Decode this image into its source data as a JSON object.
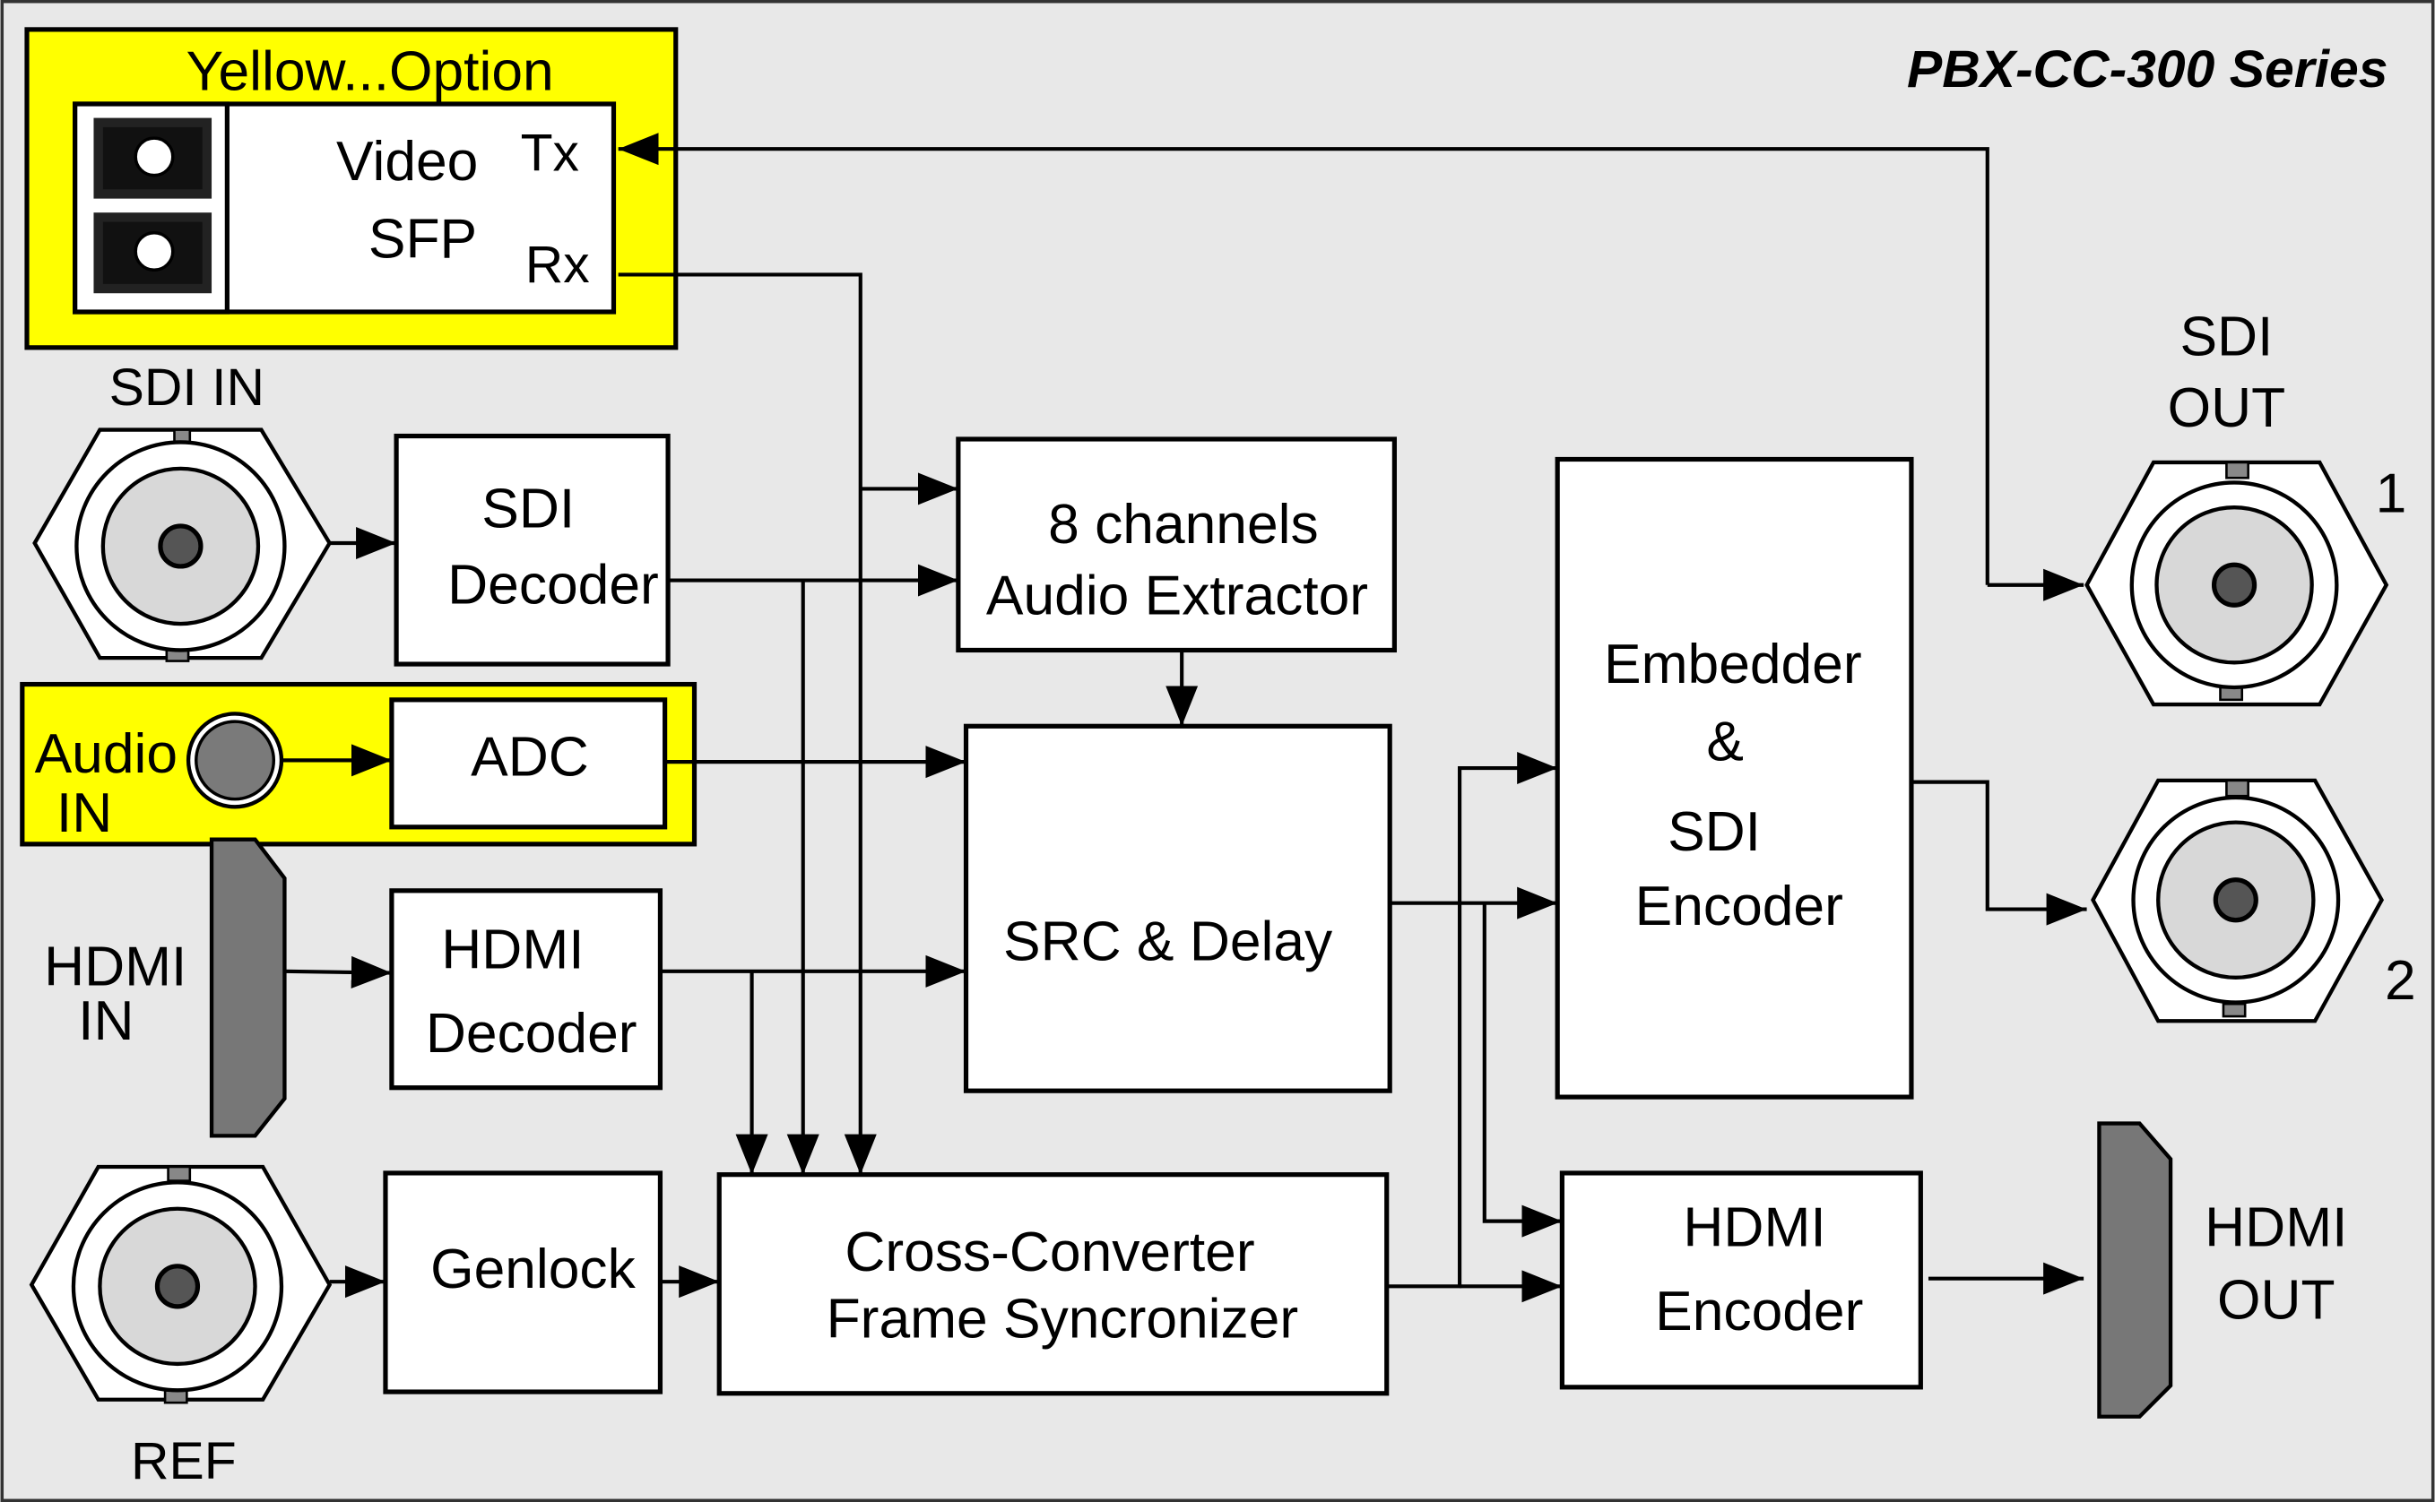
{
  "title": "PBX-CC-300 Series",
  "yellow_option": {
    "label": "Yellow...Option",
    "sfp_line1": "Video",
    "sfp_line2": "SFP",
    "tx": "Tx",
    "rx": "Rx"
  },
  "inputs": {
    "sdi_in": "SDI IN",
    "audio_in_line1": "Audio",
    "audio_in_line2": "IN",
    "hdmi_in_line1": "HDMI",
    "hdmi_in_line2": "IN",
    "ref": "REF"
  },
  "blocks": {
    "sdi_decoder_line1": "SDI",
    "sdi_decoder_line2": "Decoder",
    "adc": "ADC",
    "hdmi_decoder_line1": "HDMI",
    "hdmi_decoder_line2": "Decoder",
    "genlock": "Genlock",
    "audio_extractor_line1": "8 channels",
    "audio_extractor_line2": "Audio Extractor",
    "src_delay": "SRC & Delay",
    "cross_converter_line1": "Cross-Converter",
    "cross_converter_line2": "Frame Syncronizer",
    "embedder_line1": "Embedder",
    "embedder_line2": "&",
    "embedder_line3": "SDI",
    "embedder_line4": "Encoder",
    "hdmi_encoder_line1": "HDMI",
    "hdmi_encoder_line2": "Encoder"
  },
  "outputs": {
    "sdi_out_line1": "SDI",
    "sdi_out_line2": "OUT",
    "sdi_out_1": "1",
    "sdi_out_2": "2",
    "hdmi_out_line1": "HDMI",
    "hdmi_out_line2": "OUT"
  },
  "colors": {
    "background": "#e8e8e8",
    "option_yellow": "#ffff00",
    "connector_gray": "#777777",
    "bnc_inner": "#d8d8d8"
  }
}
